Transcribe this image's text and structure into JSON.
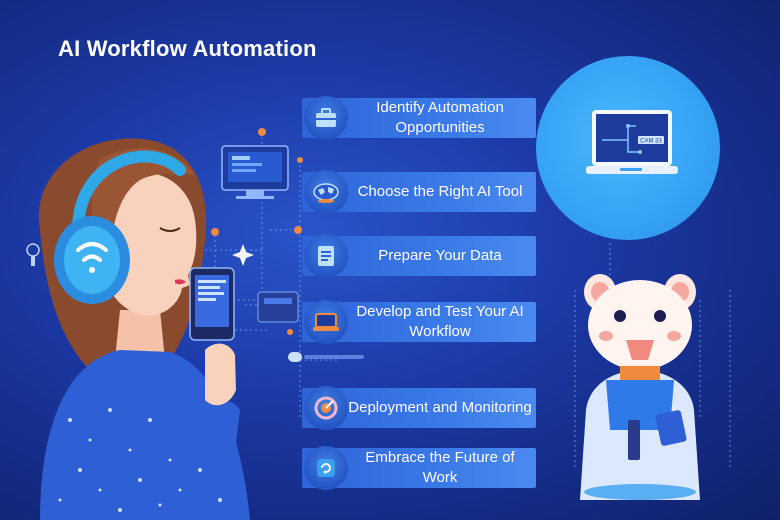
{
  "title": "AI Workflow Automation",
  "steps": [
    {
      "label": "Identify Automation Opportunities",
      "icon": "briefcase-icon"
    },
    {
      "label": "Choose the Right AI Tool",
      "icon": "globe-icon"
    },
    {
      "label": "Prepare Your Data",
      "icon": "document-icon"
    },
    {
      "label": "Develop and Test Your AI Workflow",
      "icon": "laptop-icon"
    },
    {
      "label": "Deployment and Monitoring",
      "icon": "gauge-icon"
    },
    {
      "label": "Embrace the Future of Work",
      "icon": "refresh-icon"
    }
  ],
  "laptop_badge": "CAM 33",
  "colors": {
    "background": "#1c3aa6",
    "step_bar": "#3a7ae8",
    "accent_orange": "#f08a3c",
    "circle": "#3aa8f8"
  }
}
